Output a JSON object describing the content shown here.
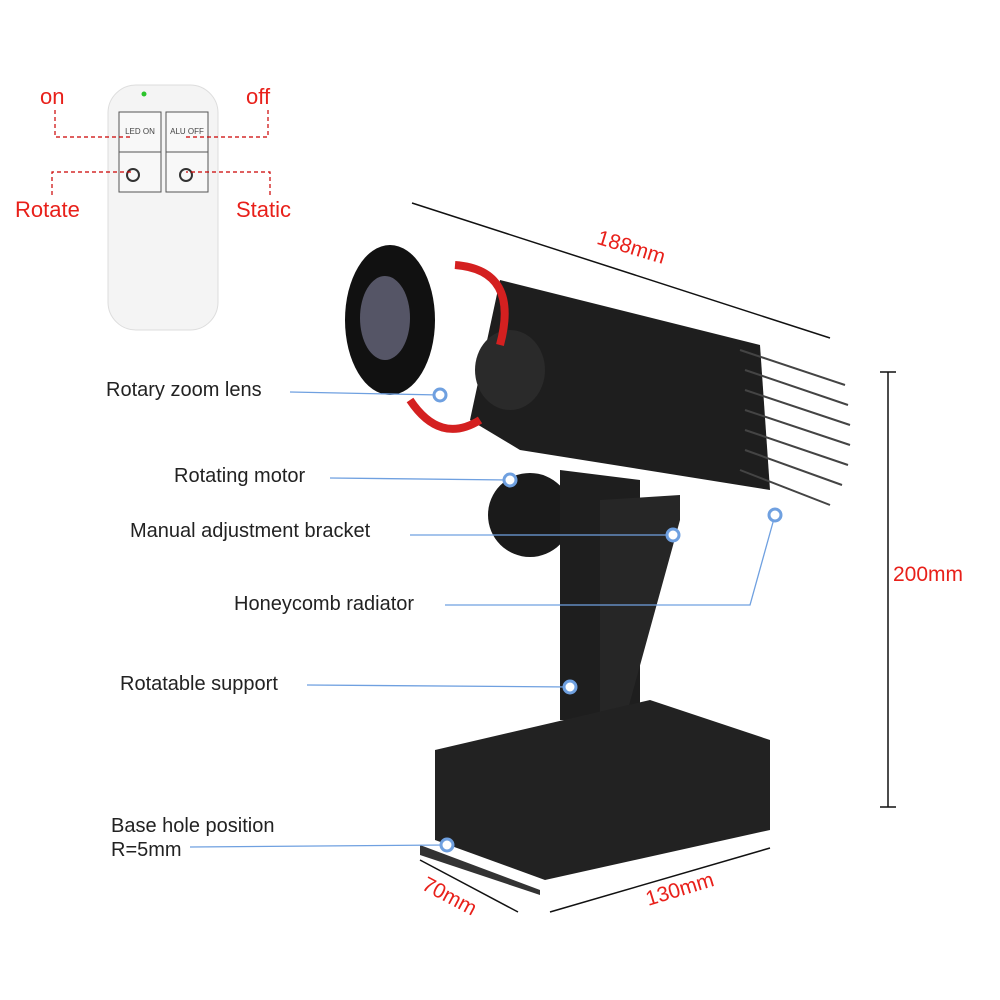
{
  "remote": {
    "labels": {
      "on": "on",
      "off": "off",
      "rotate": "Rotate",
      "static": "Static"
    },
    "buttons": {
      "led_on": "LED ON",
      "all_off": "ALU OFF"
    }
  },
  "callouts": [
    "Rotary zoom lens",
    "Rotating motor",
    "Manual adjustment bracket",
    "Honeycomb radiator",
    "Rotatable support",
    "Base hole position",
    "R=5mm"
  ],
  "dimensions": {
    "length": "188mm",
    "height": "200mm",
    "width": "70mm",
    "base_length": "130mm"
  },
  "colors": {
    "annotation_red": "#e8201a",
    "callout_line": "#6fa0e0",
    "body": "#1e1e1e"
  }
}
